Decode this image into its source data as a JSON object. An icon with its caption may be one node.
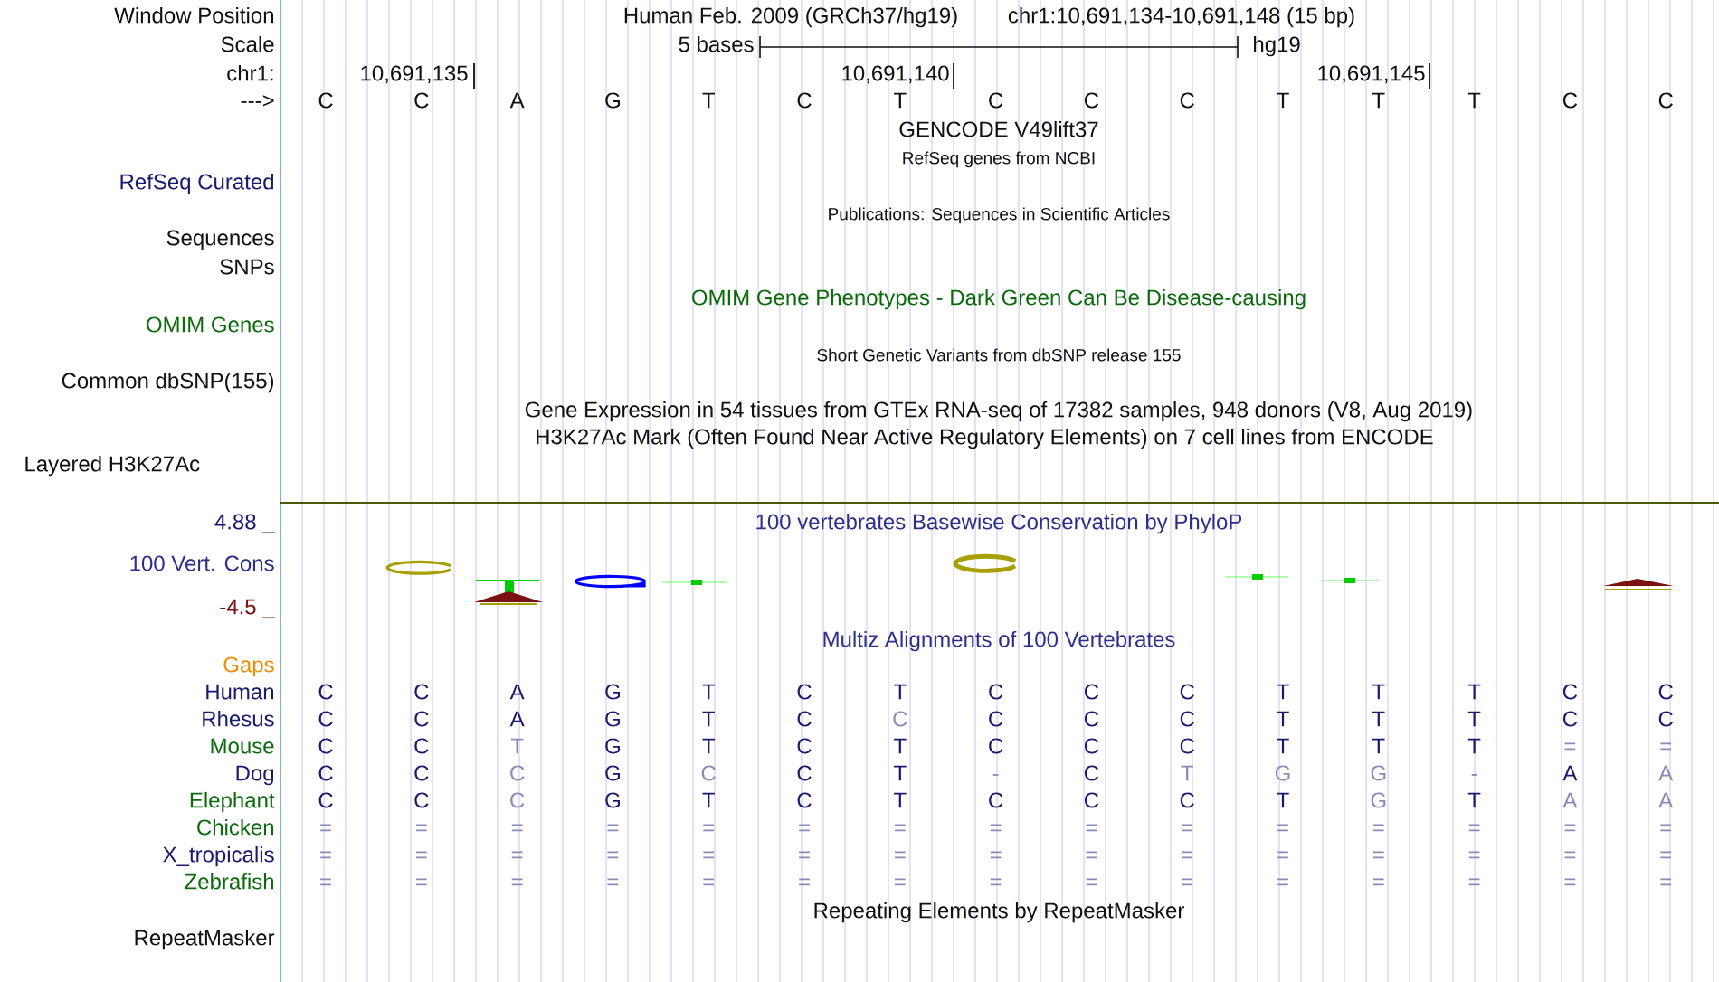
{
  "diagram": {
    "labels": [
      "Window Position",
      "Human Feb. 2009 (GRCh37/hg19)",
      "chr1:10,691,134-10,691,148 (15 bp)",
      "Scale",
      "5 bases",
      "hg19",
      "chr1:",
      "10,691,135",
      "10,691,140",
      "10,691,145",
      "--->",
      "C",
      "C",
      "A",
      "G",
      "T",
      "C",
      "T",
      "C",
      "C",
      "C",
      "T",
      "T",
      "T",
      "C",
      "C",
      "GENCODE V49lift37",
      "RefSeq genes from NCBI",
      "RefSeq Curated",
      "Publications: Sequences in Scientific Articles",
      "Sequences",
      "SNPs",
      "OMIM Gene Phenotypes - Dark Green Can Be Disease-causing",
      "OMIM Genes",
      "Short Genetic Variants from dbSNP release 155",
      "Common dbSNP(155)",
      "Gene Expression in 54 tissues from GTEx RNA-seq of 17382 samples, 948 donors (V8, Aug 2019)",
      "H3K27Ac Mark (Often Found Near Active Regulatory Elements) on 7 cell lines from ENCODE",
      "Layered H3K27Ac",
      "4.88 _",
      "100 vertebrates Basewise Conservation by PhyloP",
      "100 Vert. Cons",
      "-4.5 _",
      "Multiz Alignments of 100 Vertebrates",
      "Gaps",
      "Human",
      "C",
      "C",
      "A",
      "G",
      "T",
      "C",
      "T",
      "C",
      "C",
      "C",
      "T",
      "T",
      "T",
      "C",
      "C",
      "Rhesus",
      "C",
      "C",
      "A",
      "G",
      "T",
      "C",
      "C",
      "C",
      "C",
      "C",
      "T",
      "T",
      "T",
      "C",
      "C",
      "Mouse",
      "C",
      "C",
      "T",
      "G",
      "T",
      "C",
      "T",
      "C",
      "C",
      "C",
      "T",
      "T",
      "T",
      "=",
      "=",
      "Dog",
      "C",
      "C",
      "C",
      "G",
      "C",
      "C",
      "T",
      "-",
      "C",
      "T",
      "G",
      "G",
      "-",
      "A",
      "A",
      "Elephant",
      "C",
      "C",
      "C",
      "G",
      "T",
      "C",
      "T",
      "C",
      "C",
      "C",
      "T",
      "G",
      "T",
      "A",
      "A",
      "Chicken",
      "=",
      "=",
      "=",
      "=",
      "=",
      "=",
      "=",
      "=",
      "=",
      "=",
      "=",
      "=",
      "=",
      "=",
      "=",
      "X_tropicalis",
      "=",
      "=",
      "=",
      "=",
      "=",
      "=",
      "=",
      "=",
      "=",
      "=",
      "=",
      "=",
      "=",
      "=",
      "=",
      "Zebrafish",
      "=",
      "=",
      "=",
      "=",
      "=",
      "=",
      "=",
      "=",
      "=",
      "=",
      "=",
      "=",
      "=",
      "=",
      "=",
      "Repeating Elements by RepeatMasker",
      "RepeatMasker"
    ]
  }
}
